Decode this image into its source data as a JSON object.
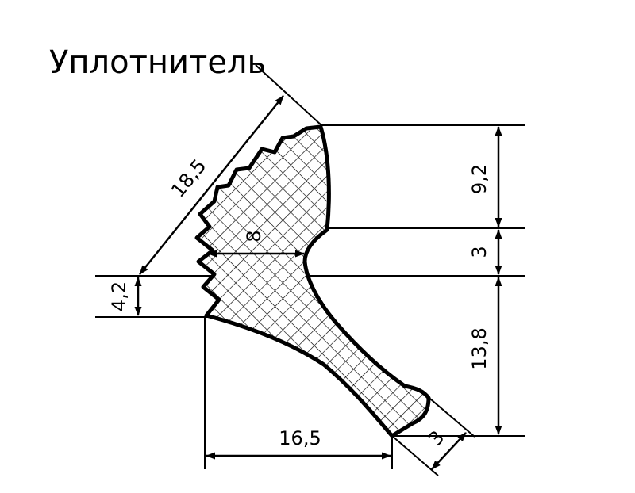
{
  "title": "Уплотнитель",
  "dimensions": {
    "diagonal_length": "18,5",
    "inner_width": "8",
    "right_top_height": "9,2",
    "right_middle_height": "3",
    "right_bottom_height": "13,8",
    "left_height": "4,2",
    "bottom_width": "16,5",
    "tip_width": "3"
  },
  "colors": {
    "line": "#000000",
    "background": "#ffffff"
  }
}
